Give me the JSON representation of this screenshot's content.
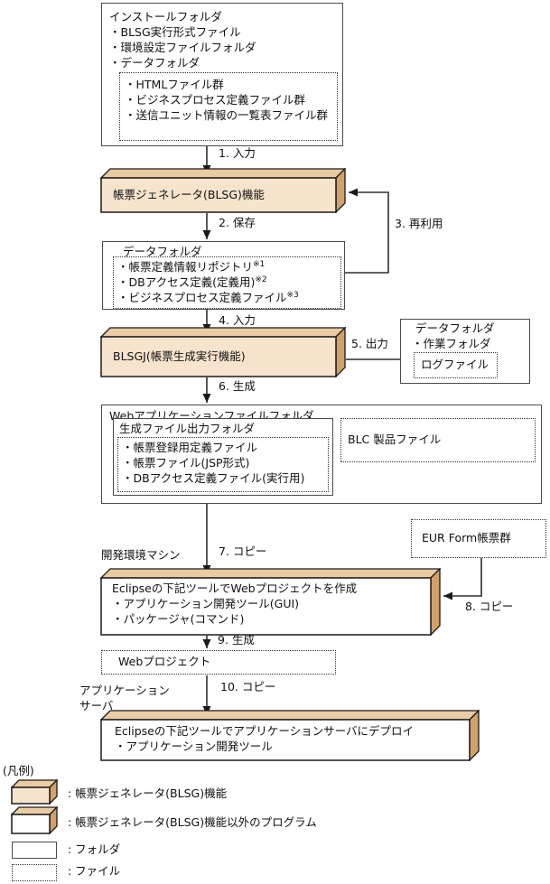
{
  "install_folder": {
    "title": "インストールフォルダ",
    "items": [
      "・BLSG実行形式ファイル",
      "・環境設定ファイルフォルダ",
      "・データフォルダ"
    ],
    "files": [
      "・HTMLファイル群",
      "・ビジネスプロセス定義ファイル群",
      "・送信ユニット情報の一覧表ファイル群"
    ]
  },
  "blsg_box": {
    "label": "帳票ジェネレータ(BLSG)機能"
  },
  "data_folder": {
    "title": "データフォルダ",
    "files": [
      {
        "text": "・帳票定義情報リポジトリ",
        "note": "※1"
      },
      {
        "text": "・DBアクセス定義(定義用)",
        "note": "※2"
      },
      {
        "text": "・ビジネスプロセス定義ファイル",
        "note": "※3"
      }
    ]
  },
  "blsgj_box": {
    "label": "BLSGJ(帳票生成実行機能)"
  },
  "work_folder": {
    "title": "データフォルダ",
    "item": "・作業フォルダ",
    "file": "ログファイル"
  },
  "webapp_folder": {
    "title": "Webアプリケーションファイルフォルダ",
    "gen_folder": {
      "title": "生成ファイル出力フォルダ",
      "files": [
        "・帳票登録用定義ファイル",
        "・帳票ファイル(JSP形式)",
        "・DBアクセス定義ファイル(実行用)"
      ]
    },
    "blc_file": "BLC 製品ファイル"
  },
  "eur_file": {
    "label": "EUR Form帳票群"
  },
  "dev_machine": {
    "label": "開発環境マシン"
  },
  "eclipse_create_box": {
    "lines": [
      "Eclipseの下記ツールでWebプロジェクトを作成",
      "・アプリケーション開発ツール(GUI)",
      "・パッケージャ(コマンド)"
    ]
  },
  "web_project_file": {
    "label": "Webプロジェクト"
  },
  "app_server": {
    "line1": "アプリケーション",
    "line2": "サーバ"
  },
  "eclipse_deploy_box": {
    "lines": [
      "Eclipseの下記ツールでアプリケーションサーバにデプロイ",
      "・アプリケーション開発ツール"
    ]
  },
  "steps": {
    "input1": "1. 入力",
    "save2": "2. 保存",
    "reuse3": "3. 再利用",
    "input4": "4. 入力",
    "output5": "5. 出力",
    "generate6": "6. 生成",
    "copy7": "7. コピー",
    "copy8": "8. コピー",
    "generate9": "9. 生成",
    "copy10": "10. コピー"
  },
  "legend": {
    "title": "(凡例)",
    "entries": [
      ": 帳票ジェネレータ(BLSG)機能",
      ": 帳票ジェネレータ(BLSG)機能以外のプログラム",
      ": フォルダ",
      ": ファイル"
    ]
  },
  "colors": {
    "box_front_tan": "#f7e4cd",
    "box_top_tan": "#ebcba3",
    "box_side_tan": "#d2a169",
    "border_dark": "#1a1a1a"
  }
}
